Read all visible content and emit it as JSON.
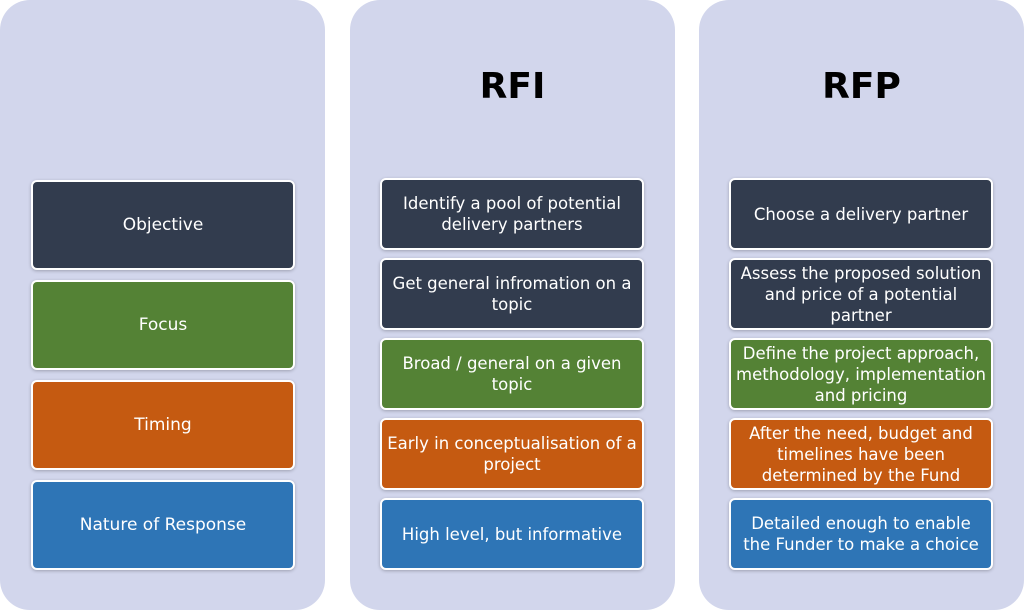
{
  "colors": {
    "panel_bg": "#d2d6ec",
    "objective": "#323c4e",
    "focus": "#548235",
    "timing": "#c55a11",
    "nature": "#2e75b6"
  },
  "labels": {
    "objective": "Objective",
    "focus": "Focus",
    "timing": "Timing",
    "nature": "Nature of Response"
  },
  "rfi": {
    "title": "RFI",
    "objective": "Identify a pool of potential delivery partners",
    "focus_objective_2": "Get general infromation on a topic",
    "focus": "Broad / general on a given topic",
    "timing": "Early in conceptualisation of a project",
    "nature": "High level, but informative"
  },
  "rfp": {
    "title": "RFP",
    "objective": "Choose a delivery partner",
    "focus_objective_2": "Assess the proposed solution and price of a potential partner",
    "focus": "Define the project approach, methodology, implementation and pricing",
    "timing": "After the need, budget and timelines have been determined by the Fund",
    "nature": "Detailed enough to enable the Funder to make a choice"
  }
}
